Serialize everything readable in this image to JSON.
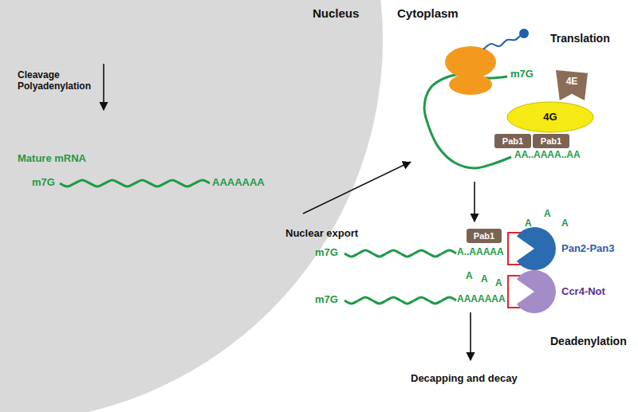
{
  "diagram": {
    "nodes": [
      {
        "text": [
          "Nucleus",
          "Cleavage Polyadenylation",
          "Mature mRNA",
          "m7G",
          "AAAAAAA"
        ]
      },
      {
        "text": [
          "4E"
        ]
      },
      {
        "text": [
          "4G"
        ]
      },
      {
        "text": [
          "Pab1"
        ]
      },
      {
        "text": [
          "Pab1"
        ]
      },
      {
        "text": [
          "Pab1"
        ]
      },
      {
        "text": [
          "Pan2-Pan3"
        ]
      },
      {
        "text": [
          "Ccr4-Not"
        ]
      }
    ],
    "labels": [
      "Cytoplasm",
      "Translation",
      "m7G",
      "AA..AAAA..AA",
      "Nuclear export",
      "A",
      "A",
      "A",
      "m7G",
      "A..AAAAA",
      "A",
      "A",
      "A",
      "m7G",
      "AAAAAAA",
      "Deadenylation",
      "Decapping and decay"
    ]
  }
}
